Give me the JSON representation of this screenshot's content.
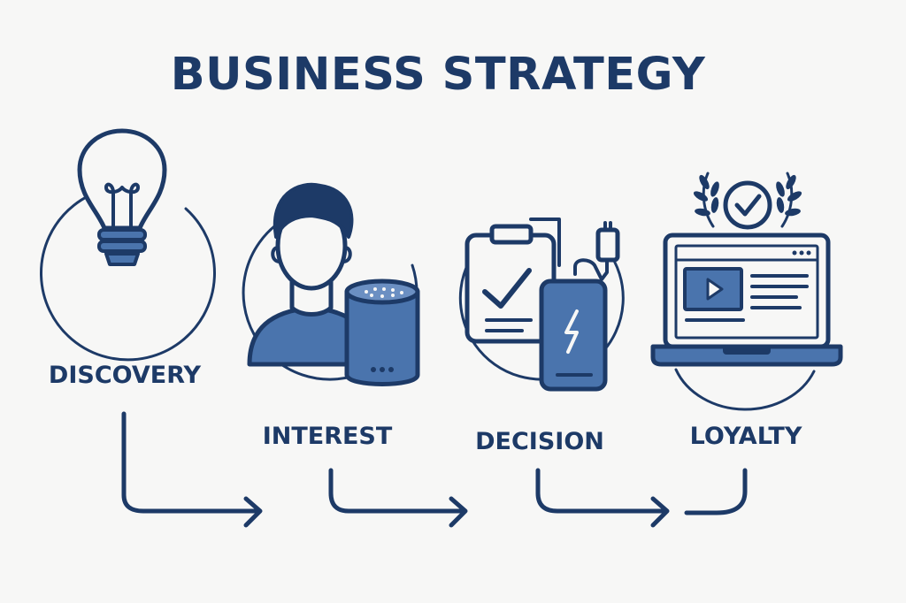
{
  "diagram": {
    "title": "BUSINESS STRATEGY",
    "stages": [
      {
        "label": "DISCOVERY",
        "icon": "lightbulb-icon"
      },
      {
        "label": "INTEREST",
        "icon": "person-with-smart-speaker-icon"
      },
      {
        "label": "DECISION",
        "icon": "checklist-clipboard-and-power-bank-icon"
      },
      {
        "label": "LOYALTY",
        "icon": "laptop-with-laurel-check-badge-icon"
      }
    ],
    "colors": {
      "navy": "#1d3a67",
      "fill_blue": "#4a74ad",
      "background": "#f7f7f6"
    }
  }
}
